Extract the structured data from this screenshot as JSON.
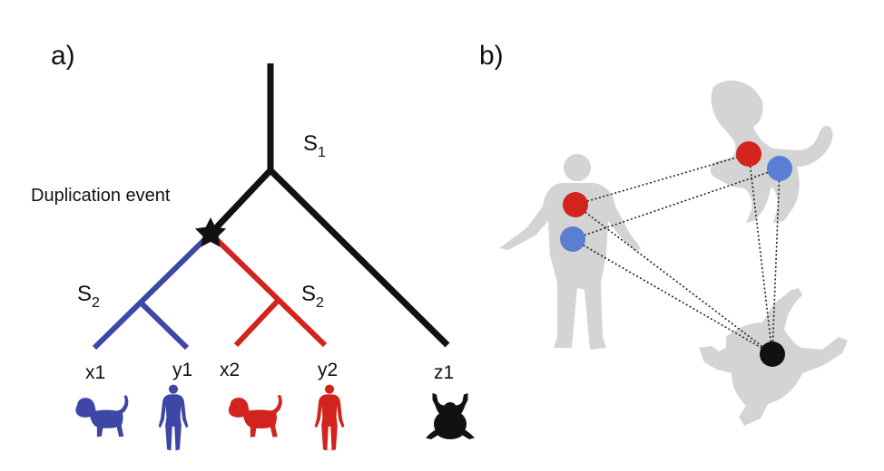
{
  "panels": {
    "a": "a)",
    "b": "b)"
  },
  "labels": {
    "s1_main": "S",
    "s1_sub": "1",
    "s2_left_main": "S",
    "s2_left_sub": "2",
    "s2_right_main": "S",
    "s2_right_sub": "2",
    "duplication": "Duplication event"
  },
  "leaves": {
    "x1": "x1",
    "y1": "y1",
    "x2": "x2",
    "y2": "y2",
    "z1": "z1"
  },
  "colors": {
    "paralog_1": "#3e46a6",
    "paralog_2": "#d2231f",
    "ancestral": "#111111",
    "silhouette": "#d4d4d4",
    "paralog_1_dot": "#5a7fd2",
    "paralog_2_dot": "#d2231f"
  },
  "icons": {
    "x1": "dog-icon",
    "y1": "human-icon",
    "x2": "dog-icon",
    "y2": "human-icon",
    "z1": "frog-icon"
  }
}
